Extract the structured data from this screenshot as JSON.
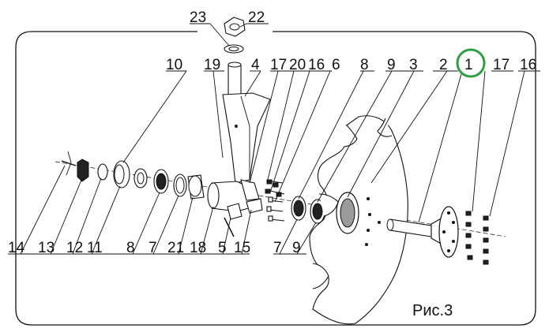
{
  "figure": {
    "caption": "Рис.3",
    "highlight_color": "#2f9e44",
    "frame_color": "#111111",
    "labels_top": [
      "23",
      "22",
      "10",
      "19",
      "4",
      "17",
      "20",
      "16",
      "6",
      "8",
      "9",
      "3",
      "2",
      "1",
      "17",
      "16"
    ],
    "labels_bottom": [
      "14",
      "13",
      "12",
      "11",
      "8",
      "7",
      "21",
      "18",
      "5",
      "15",
      "7",
      "9"
    ],
    "highlighted_label": "1"
  }
}
